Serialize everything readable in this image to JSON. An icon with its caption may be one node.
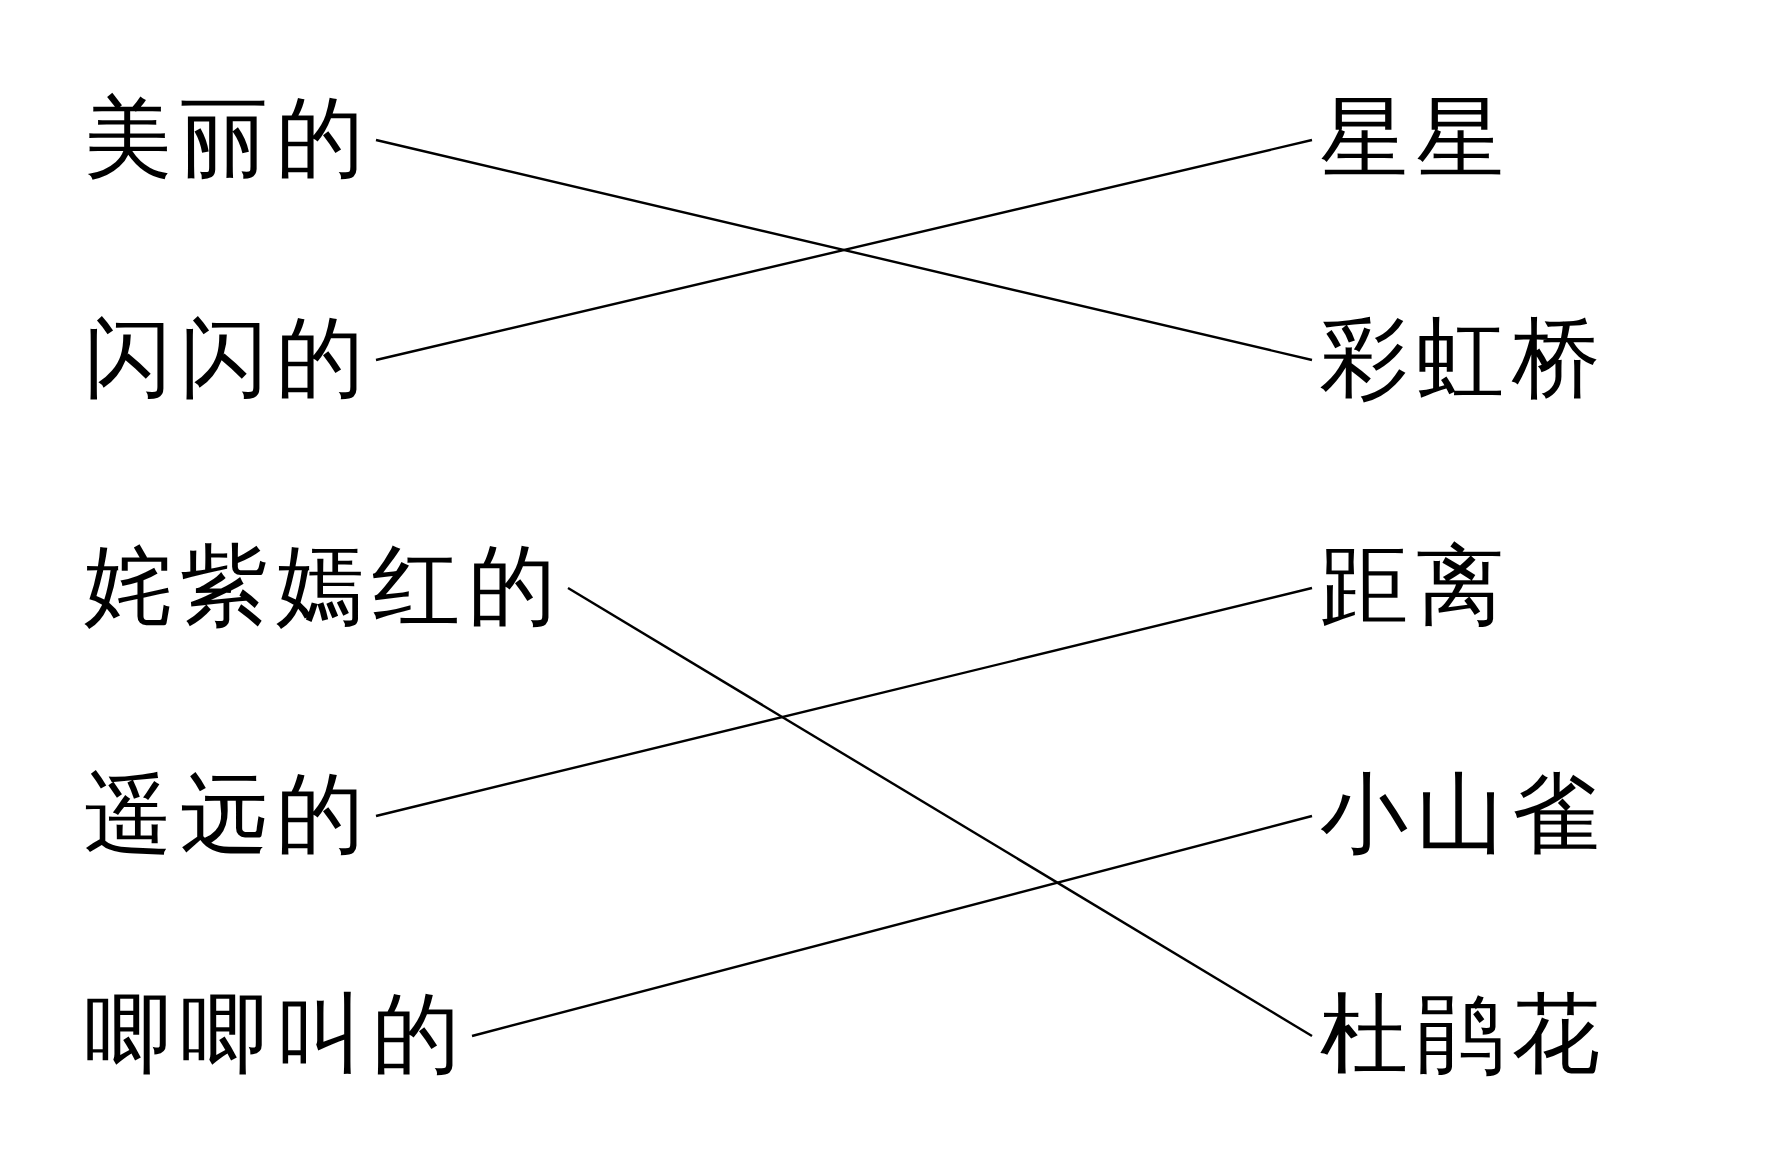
{
  "diagram": {
    "nodes": [
      {
        "text": [
          "美丽的"
        ]
      },
      {
        "text": [
          "闪闪的"
        ]
      },
      {
        "text": [
          "姹紫嫣红的"
        ]
      },
      {
        "text": [
          "遥远的"
        ]
      },
      {
        "text": [
          "唧唧叫的"
        ]
      },
      {
        "text": [
          "星星"
        ]
      },
      {
        "text": [
          "彩虹桥"
        ]
      },
      {
        "text": [
          "距离"
        ]
      },
      {
        "text": [
          "小山雀"
        ]
      },
      {
        "text": [
          "杜鹃花"
        ]
      }
    ],
    "edges": [
      {
        "from": 0,
        "to": 6,
        "arrow": "none"
      },
      {
        "from": 1,
        "to": 5,
        "arrow": "none"
      },
      {
        "from": 2,
        "to": 9,
        "arrow": "none"
      },
      {
        "from": 3,
        "to": 7,
        "arrow": "none"
      },
      {
        "from": 4,
        "to": 8,
        "arrow": "none"
      }
    ]
  }
}
